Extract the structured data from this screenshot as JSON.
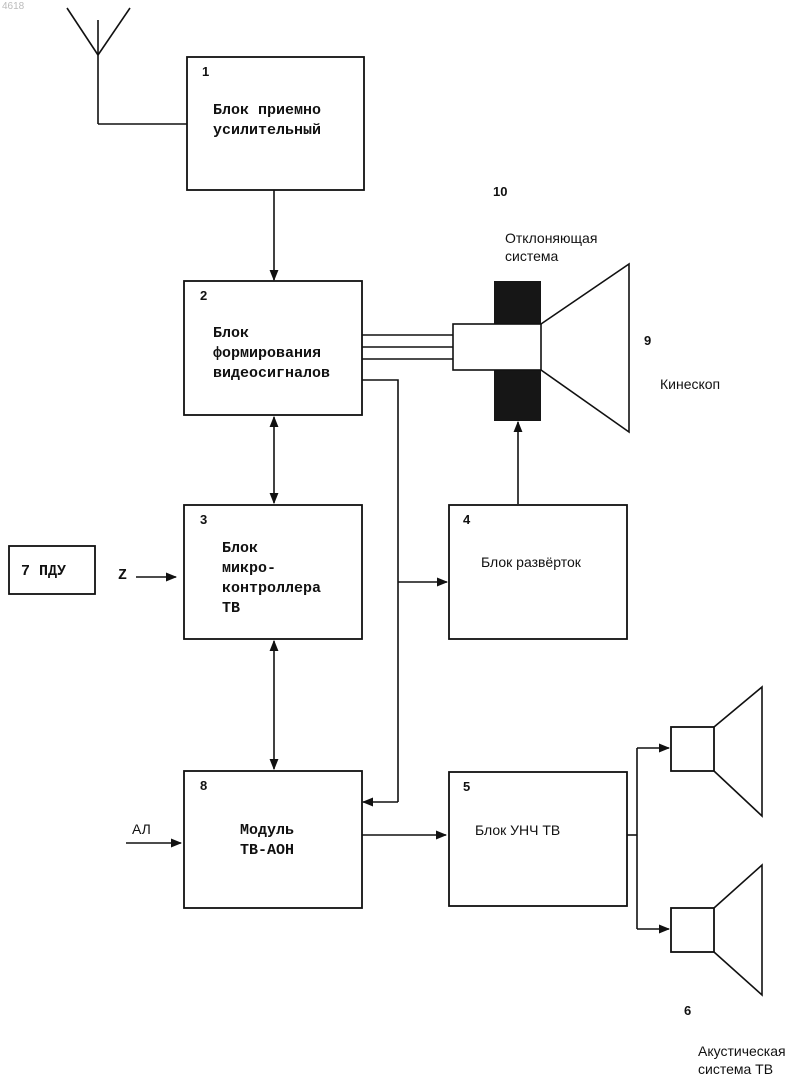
{
  "corner_id": "4618",
  "blocks": {
    "b1": {
      "num": "1",
      "line1": "Блок приемно",
      "line2": "усилительный"
    },
    "b2": {
      "num": "2",
      "line1": "Блок",
      "line2": "формирования",
      "line3": "видеосигналов"
    },
    "b3": {
      "num": "3",
      "line1": "Блок",
      "line2": "микро-",
      "line3": "контроллера",
      "line4": "ТВ"
    },
    "b4": {
      "num": "4",
      "line1": "Блок развёрток"
    },
    "b5": {
      "num": "5",
      "line1": "Блок УНЧ ТВ"
    },
    "b7": {
      "label": "7 ПДУ"
    },
    "b8": {
      "num": "8",
      "line1": "Модуль",
      "line2": "ТВ-АОН"
    }
  },
  "deflection": {
    "num": "10",
    "line1": "Отклоняющая",
    "line2": "система"
  },
  "kinescope": {
    "num": "9",
    "label": "Кинескоп"
  },
  "speakers": {
    "num": "6",
    "line1": "Акустическая",
    "line2": "система ТВ"
  },
  "al_label": "АЛ",
  "remote_signal": "Z"
}
